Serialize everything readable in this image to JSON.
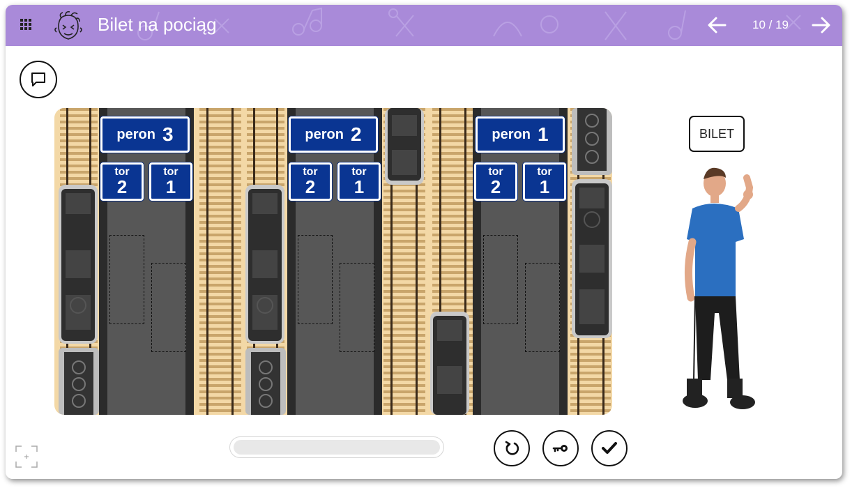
{
  "header": {
    "title": "Bilet na pociąg",
    "counter": "10 / 19",
    "color": "#a98ad9"
  },
  "scene": {
    "platforms": [
      {
        "peron_word": "peron",
        "peron_number": "3",
        "tracks": [
          {
            "word": "tor",
            "number": "2"
          },
          {
            "word": "tor",
            "number": "1"
          }
        ]
      },
      {
        "peron_word": "peron",
        "peron_number": "2",
        "tracks": [
          {
            "word": "tor",
            "number": "2"
          },
          {
            "word": "tor",
            "number": "1"
          }
        ]
      },
      {
        "peron_word": "peron",
        "peron_number": "1",
        "tracks": [
          {
            "word": "tor",
            "number": "2"
          },
          {
            "word": "tor",
            "number": "1"
          }
        ]
      }
    ],
    "sign_color": "#0a3592"
  },
  "ticket": {
    "label": "BILET"
  },
  "controls": {
    "icons": [
      "grid-menu-icon",
      "logo-icon",
      "arrow-left-icon",
      "arrow-right-icon",
      "comment-icon",
      "reset-icon",
      "key-icon",
      "check-icon",
      "fullscreen-icon"
    ]
  }
}
